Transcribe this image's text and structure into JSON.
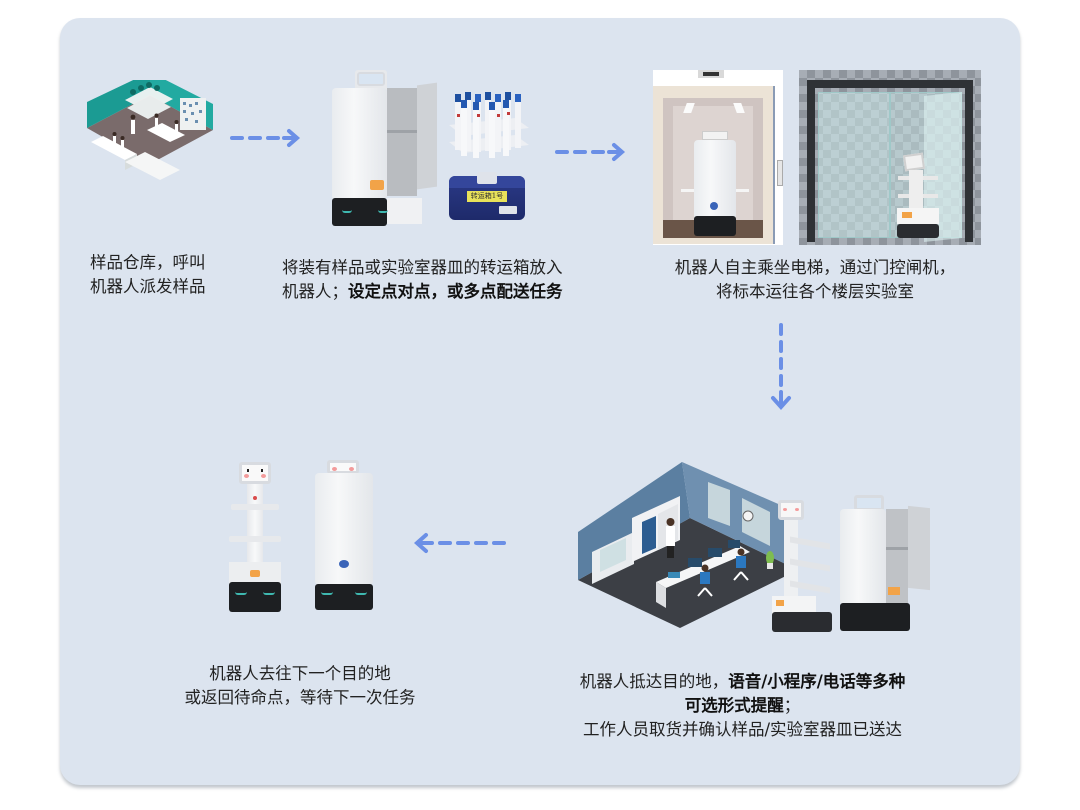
{
  "diagram": {
    "title": "实验室样品配送机器人流程",
    "colors": {
      "panel_background": "#dce4ef",
      "arrow": "#6b8fe6",
      "text": "#222222"
    },
    "steps": [
      {
        "id": 1,
        "illustration": "isometric-sample-warehouse",
        "caption_lines": [
          {
            "segments": [
              {
                "text": "样品仓库，呼叫",
                "bold": false
              }
            ]
          },
          {
            "segments": [
              {
                "text": "机器人派发样品",
                "bold": false
              }
            ]
          }
        ]
      },
      {
        "id": 2,
        "illustration": "cabinet-robot-with-test-tubes-and-transfer-box",
        "box_label": "转运箱1号",
        "caption_lines": [
          {
            "segments": [
              {
                "text": "将装有样品或实验室器皿的转运箱放入",
                "bold": false
              }
            ]
          },
          {
            "segments": [
              {
                "text": "机器人；",
                "bold": false
              },
              {
                "text": "设定点对点，或多点配送任务",
                "bold": true
              }
            ]
          }
        ]
      },
      {
        "id": 3,
        "illustration": "robot-in-elevator-and-glass-gate",
        "caption_lines": [
          {
            "segments": [
              {
                "text": "机器人自主乘坐电梯，通过门控闸机，",
                "bold": false
              }
            ]
          },
          {
            "segments": [
              {
                "text": "将标本运往各个楼层实验室",
                "bold": false
              }
            ]
          }
        ]
      },
      {
        "id": 4,
        "illustration": "isometric-lab-with-two-robots",
        "caption_lines": [
          {
            "segments": [
              {
                "text": "机器人抵达目的地，",
                "bold": false
              },
              {
                "text": "语音/小程序/电话等多种",
                "bold": true
              }
            ]
          },
          {
            "segments": [
              {
                "text": "可选形式提醒",
                "bold": true
              },
              {
                "text": "；",
                "bold": false
              }
            ]
          },
          {
            "segments": [
              {
                "text": "工作人员取货并确认样品/实验室器皿已送达",
                "bold": false
              }
            ]
          }
        ]
      },
      {
        "id": 5,
        "illustration": "two-robots-returning",
        "caption_lines": [
          {
            "segments": [
              {
                "text": "机器人去往下一个目的地",
                "bold": false
              }
            ]
          },
          {
            "segments": [
              {
                "text": "或返回待命点，等待下一次任务",
                "bold": false
              }
            ]
          }
        ]
      }
    ],
    "arrows": [
      {
        "from": 1,
        "to": 2,
        "direction": "right"
      },
      {
        "from": 2,
        "to": 3,
        "direction": "right"
      },
      {
        "from": 3,
        "to": 4,
        "direction": "down"
      },
      {
        "from": 4,
        "to": 5,
        "direction": "left"
      }
    ]
  }
}
